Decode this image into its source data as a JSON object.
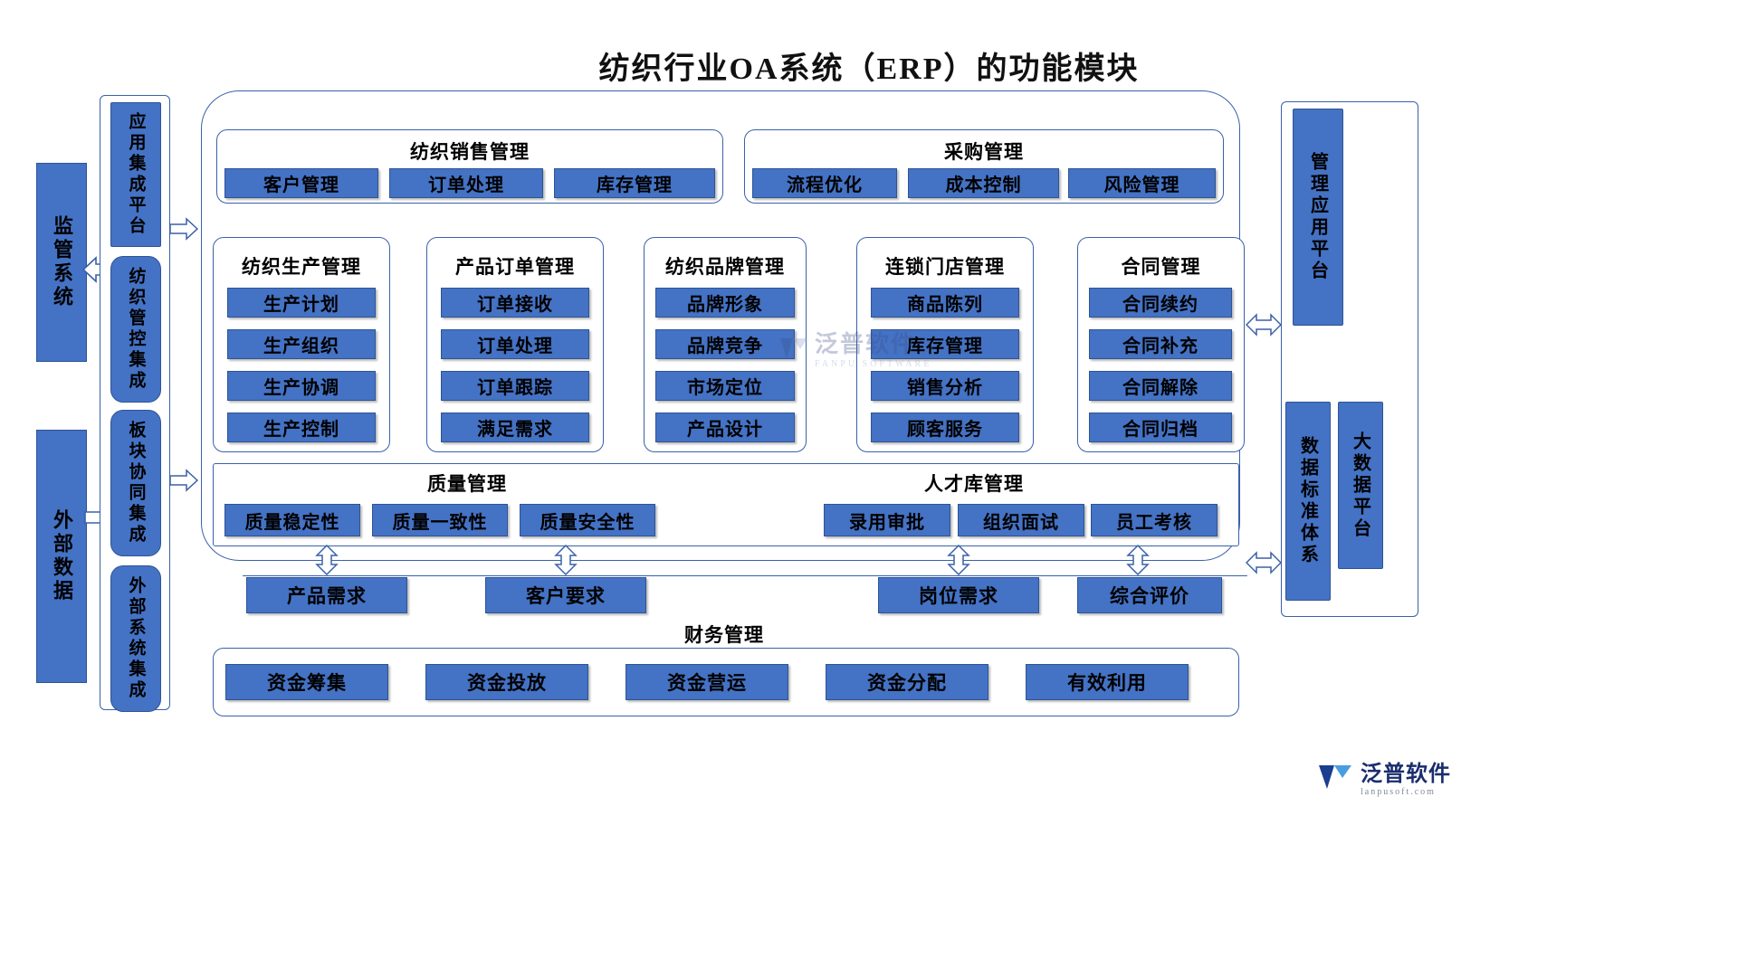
{
  "title": "纺织行业OA系统（ERP）的功能模块",
  "left_outer": [
    {
      "label": "监管系统",
      "name": "supervision-system"
    },
    {
      "label": "外部数据",
      "name": "external-data"
    }
  ],
  "left_rail": {
    "name": "integration-rail",
    "items": [
      {
        "label": "应用集成平台",
        "name": "application-integration-platform",
        "shape": "rect"
      },
      {
        "label": "纺织管控集成",
        "name": "textile-control-integration",
        "shape": "round"
      },
      {
        "label": "板块协同集成",
        "name": "sector-collaboration-integration",
        "shape": "round"
      },
      {
        "label": "外部系统集成",
        "name": "external-system-integration",
        "shape": "round"
      }
    ]
  },
  "right_rail": {
    "name": "platform-rail",
    "items": [
      {
        "label": "管理应用平台",
        "name": "management-application-platform"
      },
      {
        "label": "数据标准体系",
        "name": "data-standard-system"
      },
      {
        "label": "大数据平台",
        "name": "big-data-platform"
      }
    ]
  },
  "top_modules": [
    {
      "title": "纺织销售管理",
      "name": "textile-sales-management",
      "items": [
        "客户管理",
        "订单处理",
        "库存管理"
      ]
    },
    {
      "title": "采购管理",
      "name": "procurement-management",
      "items": [
        "流程优化",
        "成本控制",
        "风险管理"
      ]
    }
  ],
  "mid_modules": [
    {
      "title": "纺织生产管理",
      "name": "textile-production-management",
      "items": [
        "生产计划",
        "生产组织",
        "生产协调",
        "生产控制"
      ]
    },
    {
      "title": "产品订单管理",
      "name": "product-order-management",
      "items": [
        "订单接收",
        "订单处理",
        "订单跟踪",
        "满足需求"
      ]
    },
    {
      "title": "纺织品牌管理",
      "name": "textile-brand-management",
      "items": [
        "品牌形象",
        "品牌竞争",
        "市场定位",
        "产品设计"
      ]
    },
    {
      "title": "连锁门店管理",
      "name": "chain-store-management",
      "items": [
        "商品陈列",
        "库存管理",
        "销售分析",
        "顾客服务"
      ]
    },
    {
      "title": "合同管理",
      "name": "contract-management",
      "items": [
        "合同续约",
        "合同补充",
        "合同解除",
        "合同归档"
      ]
    }
  ],
  "quality_talent": {
    "name": "quality-talent-panel",
    "left": {
      "title": "质量管理",
      "name": "quality-management",
      "items": [
        "质量稳定性",
        "质量一致性",
        "质量安全性"
      ]
    },
    "right": {
      "title": "人才库管理",
      "name": "talent-pool-management",
      "items": [
        "录用审批",
        "组织面试",
        "员工考核"
      ]
    }
  },
  "demand_row": {
    "name": "demand-row",
    "items": [
      "产品需求",
      "客户要求",
      "岗位需求",
      "综合评价"
    ]
  },
  "finance": {
    "title": "财务管理",
    "name": "finance-management",
    "items": [
      "资金筹集",
      "资金投放",
      "资金营运",
      "资金分配",
      "有效利用"
    ]
  },
  "watermark": {
    "center_text": "泛普软件",
    "center_sub": "FANPU SOFTWARE",
    "logo_text": "泛普软件",
    "logo_sub": "lanpusoft.com"
  },
  "colors": {
    "blue_fill": "#4472C4",
    "blue_border": "#2E5496",
    "outline": "#3A61A8"
  }
}
